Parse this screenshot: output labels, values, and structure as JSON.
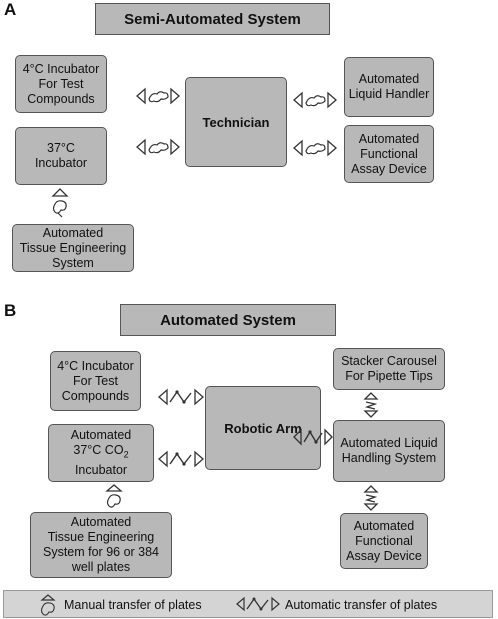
{
  "panel_a": {
    "letter": "A",
    "title": "Semi-Automated System",
    "center": "Technician",
    "boxes": {
      "incubator_4c": "4°C Incubator\nFor Test\nCompounds",
      "incubator_37c": "37°C\nIncubator",
      "tissue_eng": "Automated\nTissue Engineering\nSystem",
      "liquid_handler": "Automated\nLiquid Handler",
      "functional_assay": "Automated\nFunctional\nAssay Device"
    }
  },
  "panel_b": {
    "letter": "B",
    "title": "Automated System",
    "center": "Robotic Arm",
    "boxes": {
      "incubator_4c": "4°C Incubator\nFor Test\nCompounds",
      "incubator_co2_line1": "Automated",
      "incubator_co2_line2_pre": "37°C CO",
      "incubator_co2_sub": "2",
      "incubator_co2_line3": "Incubator",
      "tissue_eng": "Automated\nTissue Engineering\nSystem for 96 or 384\nwell plates",
      "stacker": "Stacker Carousel\nFor Pipette Tips",
      "liquid_handling": "Automated Liquid\nHandling System",
      "functional_assay": "Automated\nFunctional\nAssay Device"
    }
  },
  "legend": {
    "manual_label": "Manual transfer of plates",
    "automatic_label": "Automatic transfer of plates"
  },
  "colors": {
    "box_fill": "#b8b8b8",
    "box_border": "#555555",
    "legend_fill": "#d4d4d4"
  }
}
